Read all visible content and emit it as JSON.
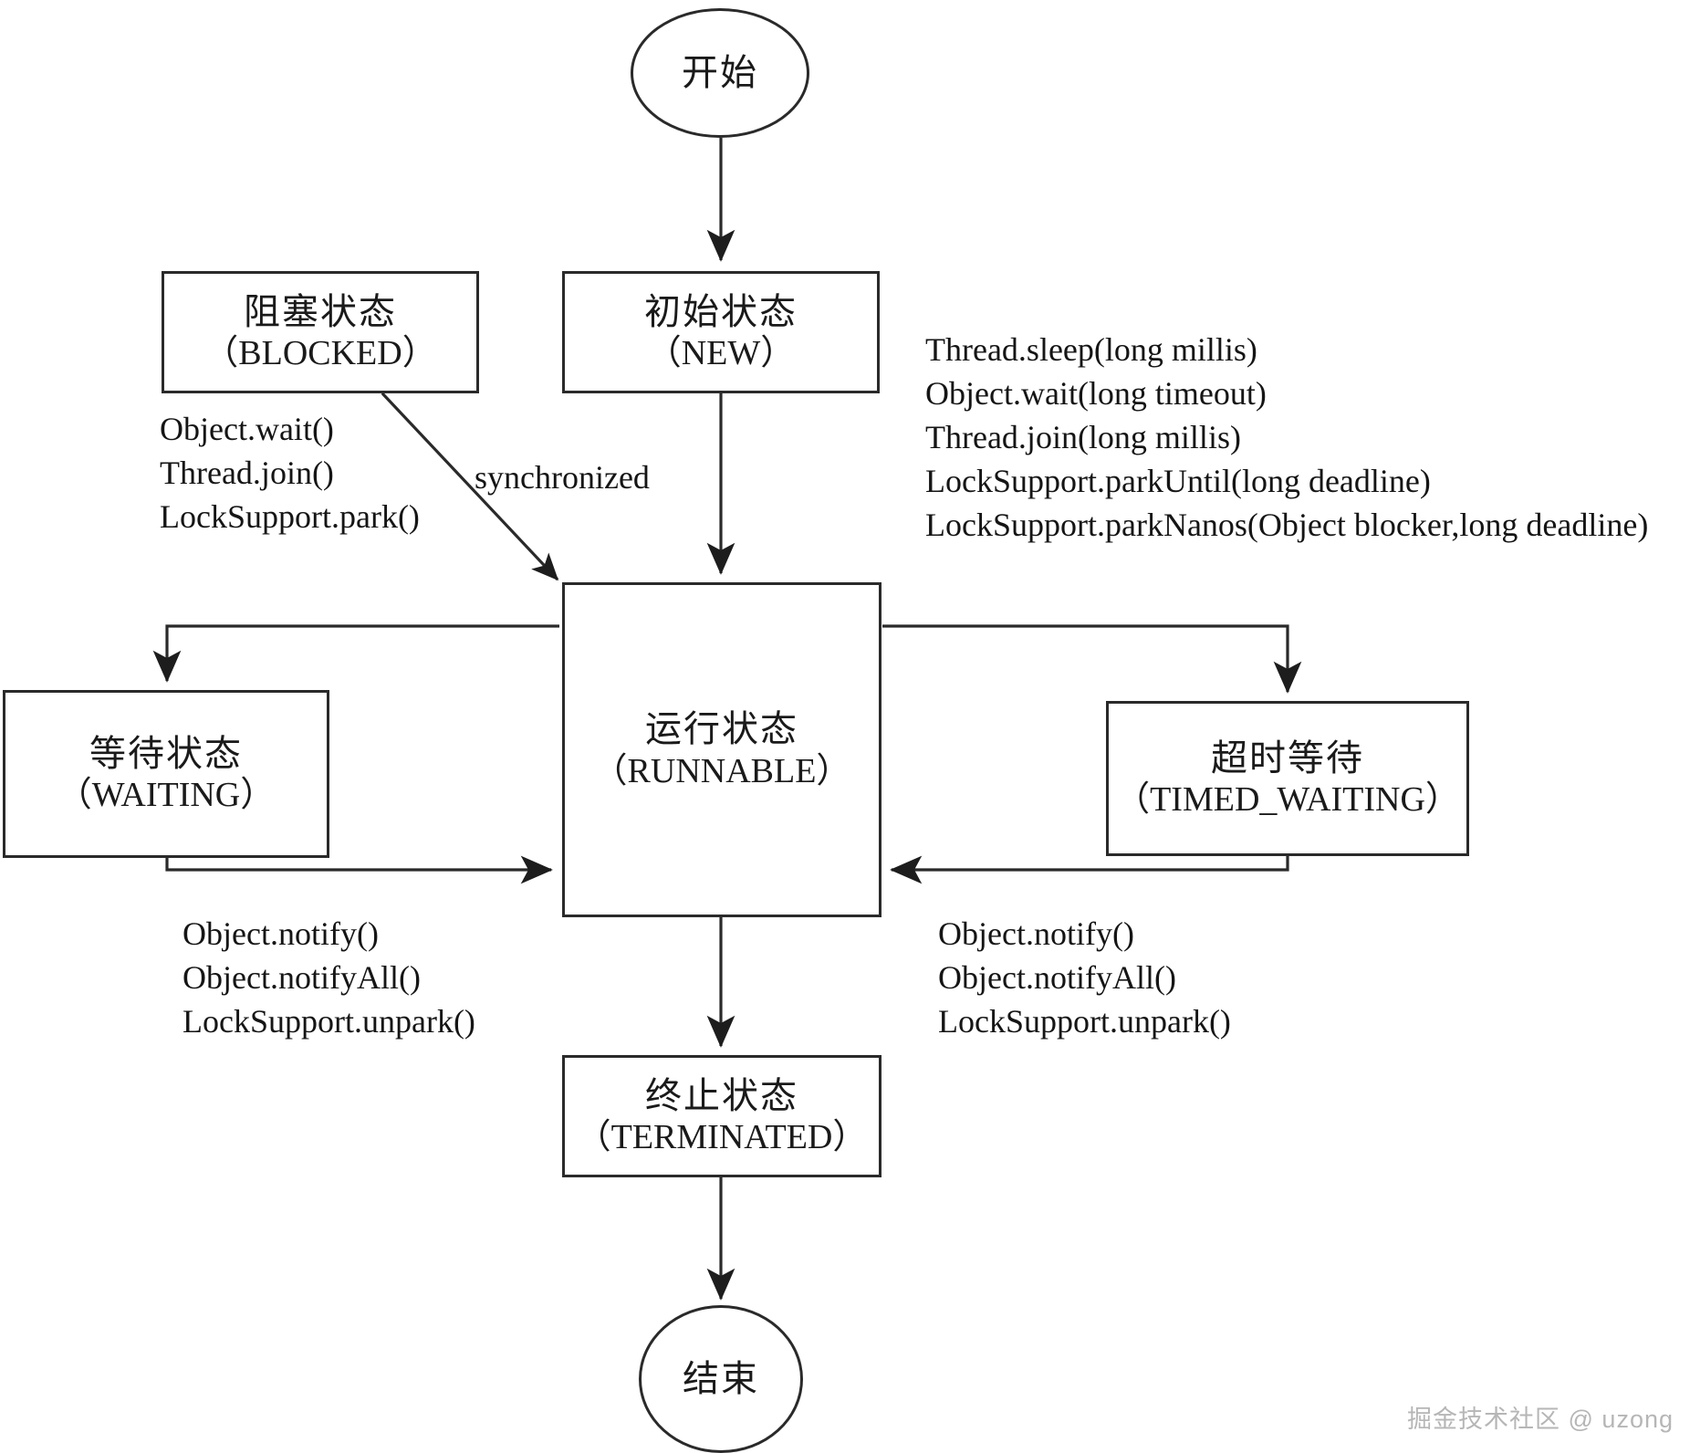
{
  "diagram": {
    "title": "Java Thread State Transition Diagram",
    "line_color": "#2a2a2a",
    "background": "#ffffff",
    "text_color": "#1a1a1a"
  },
  "nodes": {
    "start": {
      "label_cn": "开始",
      "shape": "circle"
    },
    "end": {
      "label_cn": "结束",
      "shape": "circle"
    },
    "blocked": {
      "label_cn": "阻塞状态",
      "label_en": "（BLOCKED）",
      "shape": "rect"
    },
    "new": {
      "label_cn": "初始状态",
      "label_en": "（NEW）",
      "shape": "rect"
    },
    "runnable": {
      "label_cn": "运行状态",
      "label_en": "（RUNNABLE）",
      "shape": "rect"
    },
    "waiting": {
      "label_cn": "等待状态",
      "label_en": "（WAITING）",
      "shape": "rect"
    },
    "timed_waiting": {
      "label_cn": "超时等待",
      "label_en": "（TIMED_WAITING）",
      "shape": "rect"
    },
    "terminated": {
      "label_cn": "终止状态",
      "label_en": "（TERMINATED）",
      "shape": "rect"
    }
  },
  "edge_labels": {
    "to_timed_waiting": {
      "lines": [
        "Thread.sleep(long millis)",
        "Object.wait(long timeout)",
        "Thread.join(long millis)",
        "LockSupport.parkUntil(long deadline)",
        "LockSupport.parkNanos(Object blocker,long deadline)"
      ]
    },
    "to_waiting": {
      "lines": [
        "Object.wait()",
        "Thread.join()",
        "LockSupport.park()"
      ]
    },
    "blocked_sync": {
      "lines": [
        "synchronized"
      ]
    },
    "waiting_back": {
      "lines": [
        "Object.notify()",
        "Object.notifyAll()",
        "LockSupport.unpark()"
      ]
    },
    "timed_waiting_back": {
      "lines": [
        "Object.notify()",
        "Object.notifyAll()",
        "LockSupport.unpark()"
      ]
    }
  },
  "watermark": {
    "text": "掘金技术社区 @ uzong"
  }
}
